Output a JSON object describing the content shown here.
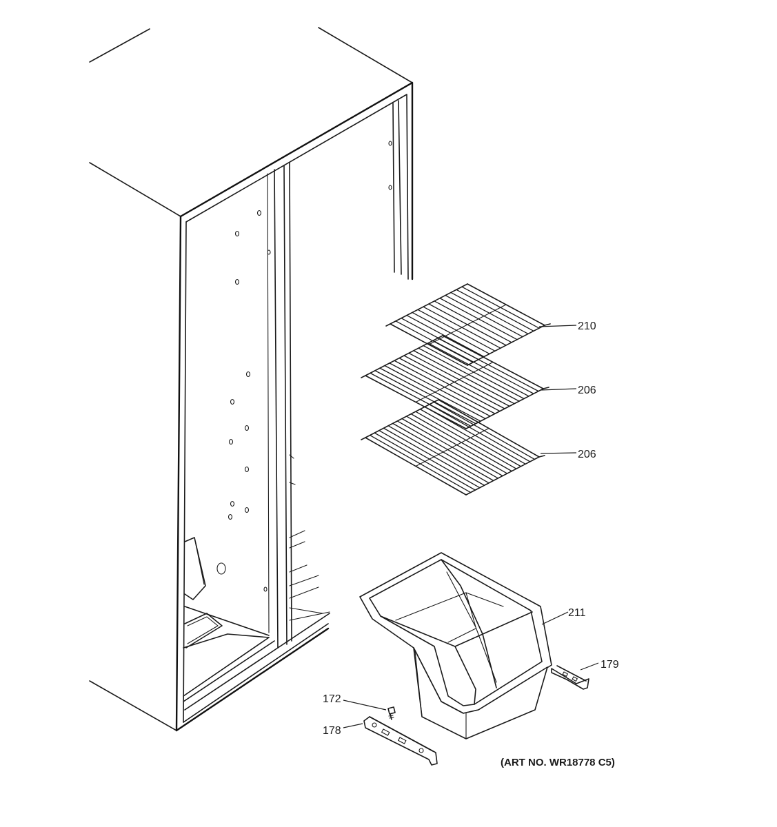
{
  "callouts": [
    {
      "id": "shelf-top",
      "label": "210"
    },
    {
      "id": "shelf-middle",
      "label": "206"
    },
    {
      "id": "shelf-bottom",
      "label": "206"
    },
    {
      "id": "basket",
      "label": "211"
    },
    {
      "id": "rail-right",
      "label": "179"
    },
    {
      "id": "screw",
      "label": "172"
    },
    {
      "id": "rail-left",
      "label": "178"
    }
  ],
  "art_number": "(ART NO. WR18778 C5)"
}
